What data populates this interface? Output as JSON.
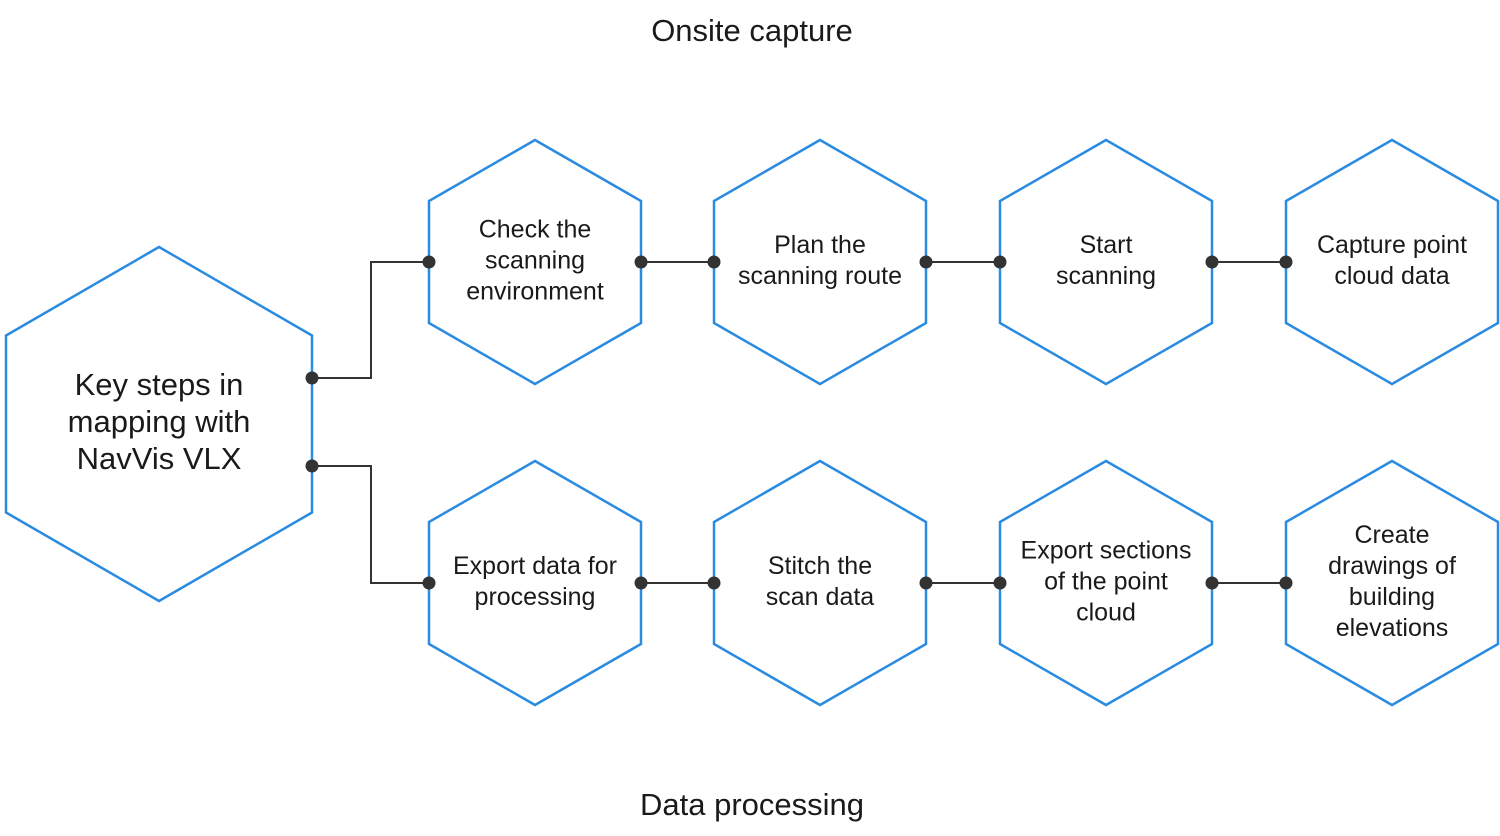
{
  "colors": {
    "hex_stroke": "#2b8be0",
    "connector": "#333333",
    "text": "#1a1a1a"
  },
  "sections": {
    "top_title": "Onsite capture",
    "bottom_title": "Data processing"
  },
  "main_node": {
    "lines": [
      "Key steps in",
      "mapping with",
      "NavVis VLX"
    ]
  },
  "onsite_steps": [
    {
      "lines": [
        "Check the",
        "scanning",
        "environment"
      ]
    },
    {
      "lines": [
        "Plan the",
        "scanning route"
      ]
    },
    {
      "lines": [
        "Start",
        "scanning"
      ]
    },
    {
      "lines": [
        "Capture point",
        "cloud data"
      ]
    }
  ],
  "processing_steps": [
    {
      "lines": [
        "Export data for",
        "processing"
      ]
    },
    {
      "lines": [
        "Stitch the",
        "scan data"
      ]
    },
    {
      "lines": [
        "Export sections",
        "of the point",
        "cloud"
      ]
    },
    {
      "lines": [
        "Create",
        "drawings of",
        "building",
        "elevations"
      ]
    }
  ]
}
